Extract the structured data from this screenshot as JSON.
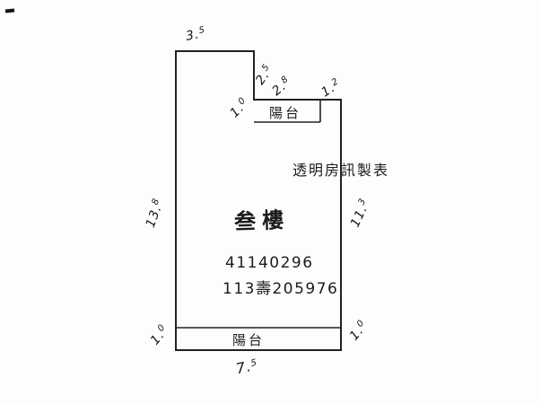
{
  "page": {
    "background_color": "#fdfdfc",
    "ink_color": "#1c1c1c"
  },
  "plan": {
    "floor_label": "叁樓",
    "source_label": "透明房訊製表",
    "case_number": "41140296",
    "registry_number": "113壽205976",
    "top_balcony_label": "陽台",
    "bottom_balcony_label": "陽台"
  },
  "dimensions": {
    "top_width": {
      "int": "3.",
      "sup": "5"
    },
    "upper_right_height": {
      "int": "2.",
      "sup": "5"
    },
    "top_balcony_width": {
      "int": "2.",
      "sup": "8"
    },
    "top_right_offset": {
      "int": "1.",
      "sup": "2"
    },
    "top_balcony_left_depth": {
      "int": "1.",
      "sup": "0"
    },
    "left_height": {
      "int": "13.",
      "sup": "8"
    },
    "right_height": {
      "int": "11.",
      "sup": "3"
    },
    "bottom_balcony_left_depth": {
      "int": "1.",
      "sup": "0"
    },
    "bottom_balcony_right_depth": {
      "int": "1.",
      "sup": "0"
    },
    "bottom_width": {
      "int": "7.",
      "sup": "5"
    }
  }
}
